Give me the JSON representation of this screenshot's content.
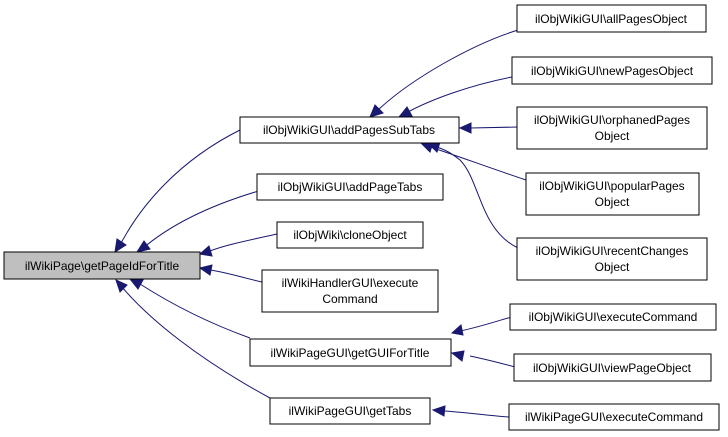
{
  "colors": {
    "edge": "#191970",
    "root_fill": "#bfbfbf",
    "node_fill": "#ffffff",
    "border": "#000000"
  },
  "nodes": {
    "root": [
      "ilWikiPage\\getPageIdForTitle"
    ],
    "addPagesSubTabs": [
      "ilObjWikiGUI\\addPagesSubTabs"
    ],
    "addPageTabs": [
      "ilObjWikiGUI\\addPageTabs"
    ],
    "cloneObject": [
      "ilObjWiki\\cloneObject"
    ],
    "handlerExecute": [
      "ilWikiHandlerGUI\\execute",
      "Command"
    ],
    "getGUIForTitle": [
      "ilWikiPageGUI\\getGUIForTitle"
    ],
    "getTabs": [
      "ilWikiPageGUI\\getTabs"
    ],
    "allPagesObject": [
      "ilObjWikiGUI\\allPagesObject"
    ],
    "newPagesObject": [
      "ilObjWikiGUI\\newPagesObject"
    ],
    "orphanedPagesObject": [
      "ilObjWikiGUI\\orphanedPages",
      "Object"
    ],
    "popularPagesObject": [
      "ilObjWikiGUI\\popularPages",
      "Object"
    ],
    "recentChangesObject": [
      "ilObjWikiGUI\\recentChanges",
      "Object"
    ],
    "objExecuteCommand": [
      "ilObjWikiGUI\\executeCommand"
    ],
    "viewPageObject": [
      "ilObjWikiGUI\\viewPageObject"
    ],
    "pageExecuteCommand": [
      "ilWikiPageGUI\\executeCommand"
    ]
  }
}
